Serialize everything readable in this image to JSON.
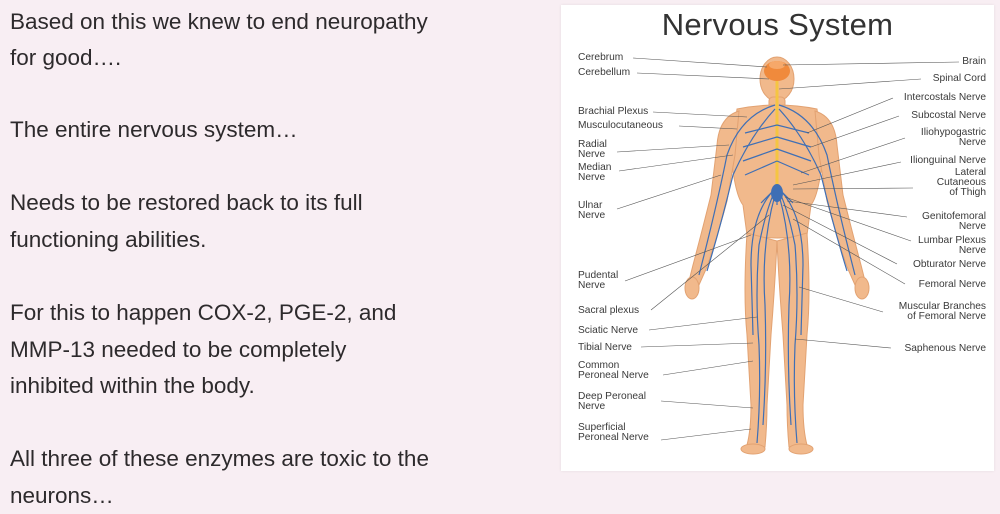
{
  "article": {
    "paragraphs": [
      "Based on this we knew to end neuropathy",
      "for good….",
      "The entire nervous system…",
      "Needs to be restored back to its full",
      "functioning abilities.",
      "For this to happen COX-2, PGE-2, and",
      "MMP-13 needed to be completely",
      "inhibited within the body.",
      "All three of these enzymes are toxic to the",
      "neurons…"
    ]
  },
  "figure": {
    "title": "Nervous System",
    "left_labels": [
      "Cerebrum",
      "Cerebellum",
      "Brachial Plexus",
      "Musculocutaneous",
      "Radial\nNerve",
      "Median\nNerve",
      "Ulnar\nNerve",
      "Pudental\nNerve",
      "Sacral plexus",
      "Sciatic Nerve",
      "Tibial Nerve",
      "Common\nPeroneal Nerve",
      "Deep Peroneal\nNerve",
      "Superficial\nPeroneal Nerve"
    ],
    "right_labels": [
      "Brain",
      "Spinal Cord",
      "Intercostals Nerve",
      "Subcostal Nerve",
      "Iliohypogastric\nNerve",
      "Ilionguinal Nerve",
      "Lateral\nCutaneous\nof Thigh",
      "Genitofemoral\nNerve",
      "Lumbar Plexus\nNerve",
      "Obturator Nerve",
      "Femoral Nerve",
      "Muscular Branches\nof Femoral Nerve",
      "Saphenous Nerve"
    ]
  },
  "colors": {
    "page_background": "#f8eef3",
    "body_text": "#2d2a2c",
    "skin": "#f1b98c",
    "nerve": "#3f6fb5",
    "spinal_cord": "#f5c542",
    "brain": "#f08a3c"
  }
}
